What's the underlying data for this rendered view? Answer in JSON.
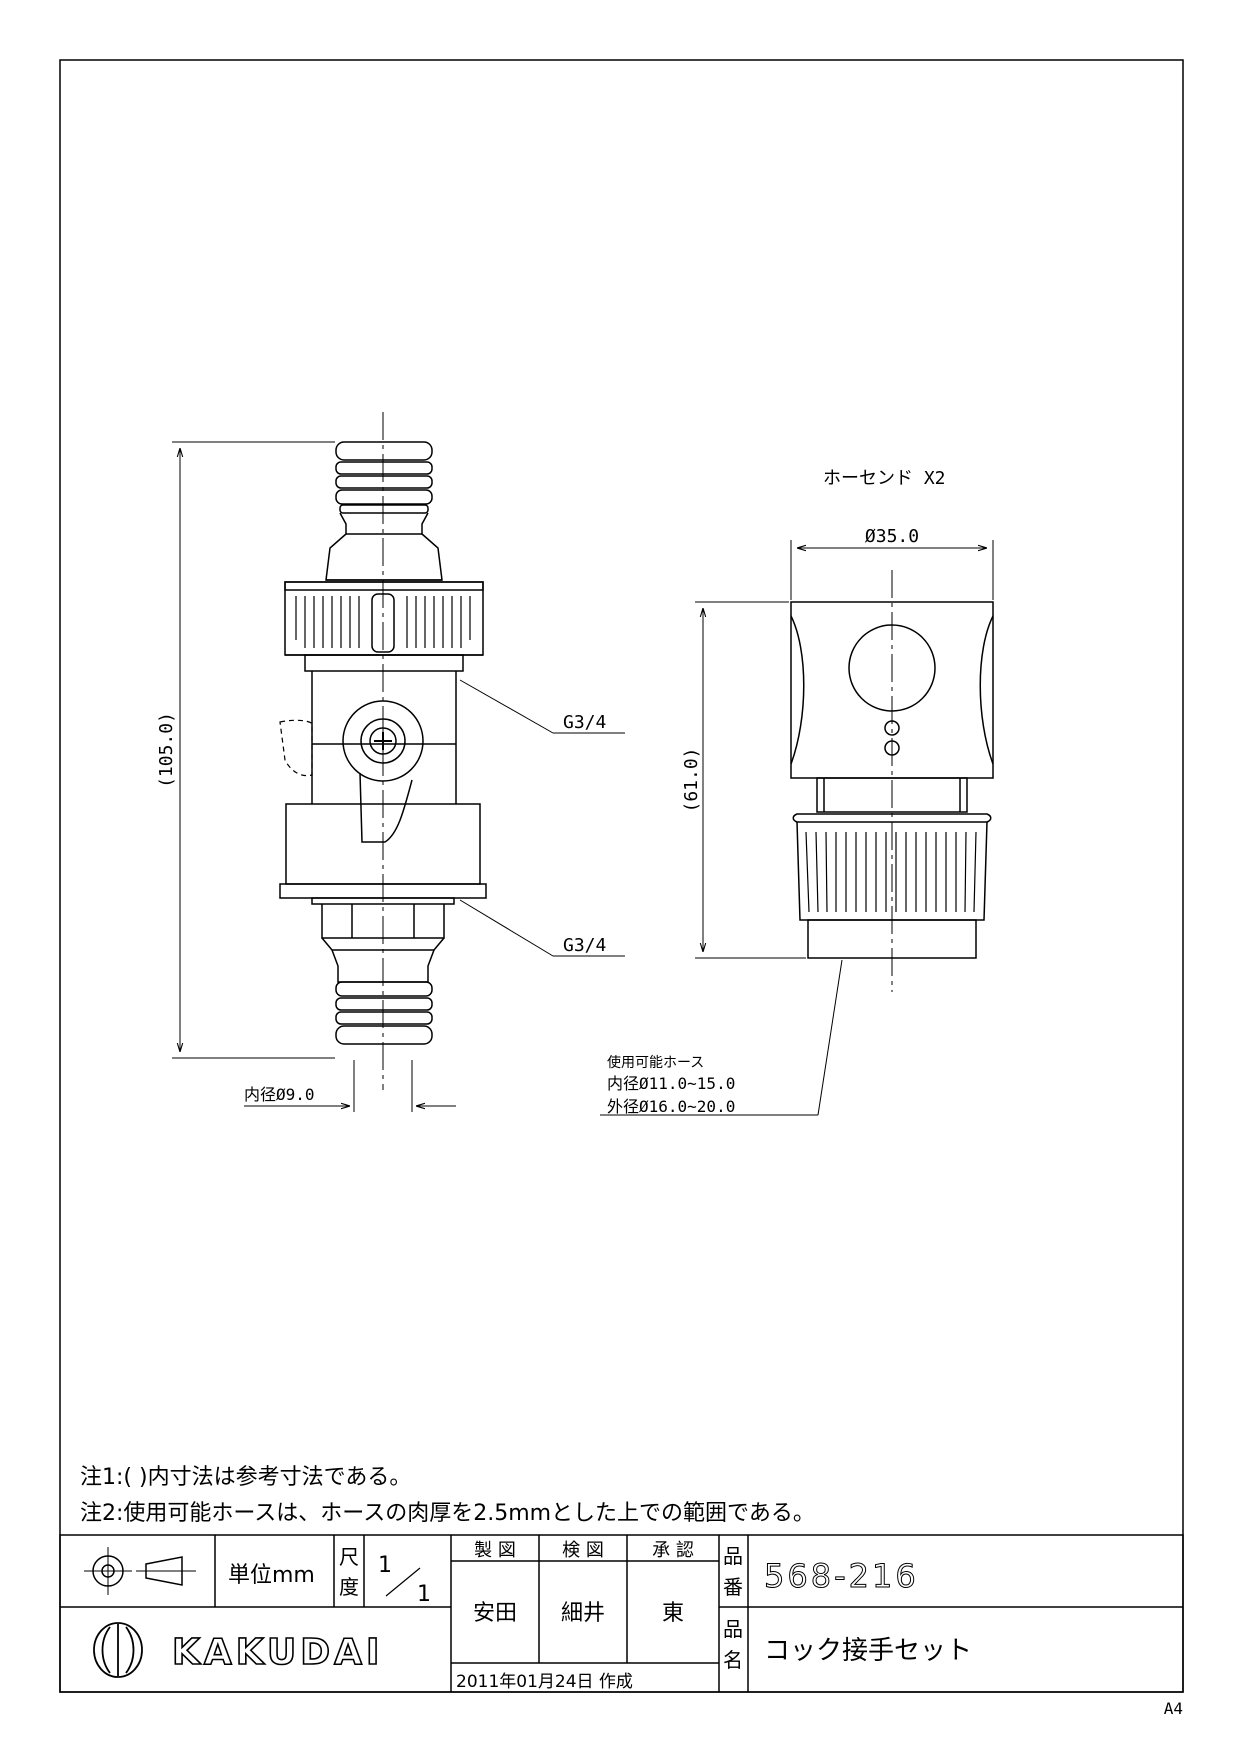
{
  "main_view": {
    "height_dim": "(105.0)",
    "thread_upper": "G3/4",
    "thread_lower": "G3/4",
    "inner_dia": "内径Ø9.0"
  },
  "side_view": {
    "title": "ホーセンド X2",
    "dia_dim": "Ø35.0",
    "height_dim": "(61.0)",
    "hose_title": "使用可能ホース",
    "hose_inner": "内径Ø11.0~15.0",
    "hose_outer": "外径Ø16.0~20.0"
  },
  "notes": [
    "注1:( )内寸法は参考寸法である。",
    "注2:使用可能ホースは、ホースの肉厚を2.5mmとした上での範囲である。"
  ],
  "title_block": {
    "unit": "単位mm",
    "scale_label_1": "尺",
    "scale_label_2": "度",
    "scale_num": "1",
    "scale_den": "1",
    "drawn_label": "製 図",
    "checked_label": "検 図",
    "approved_label": "承 認",
    "drawn_by": "安田",
    "checked_by": "細井",
    "approved_by": "東",
    "date": "2011年01月24日 作成",
    "part_no_label_1": "品",
    "part_no_label_2": "番",
    "part_no": "568-216",
    "part_name_label_1": "品",
    "part_name_label_2": "名",
    "part_name": "コック接手セット",
    "company": "KAKUDAI"
  },
  "paper_size": "A4"
}
